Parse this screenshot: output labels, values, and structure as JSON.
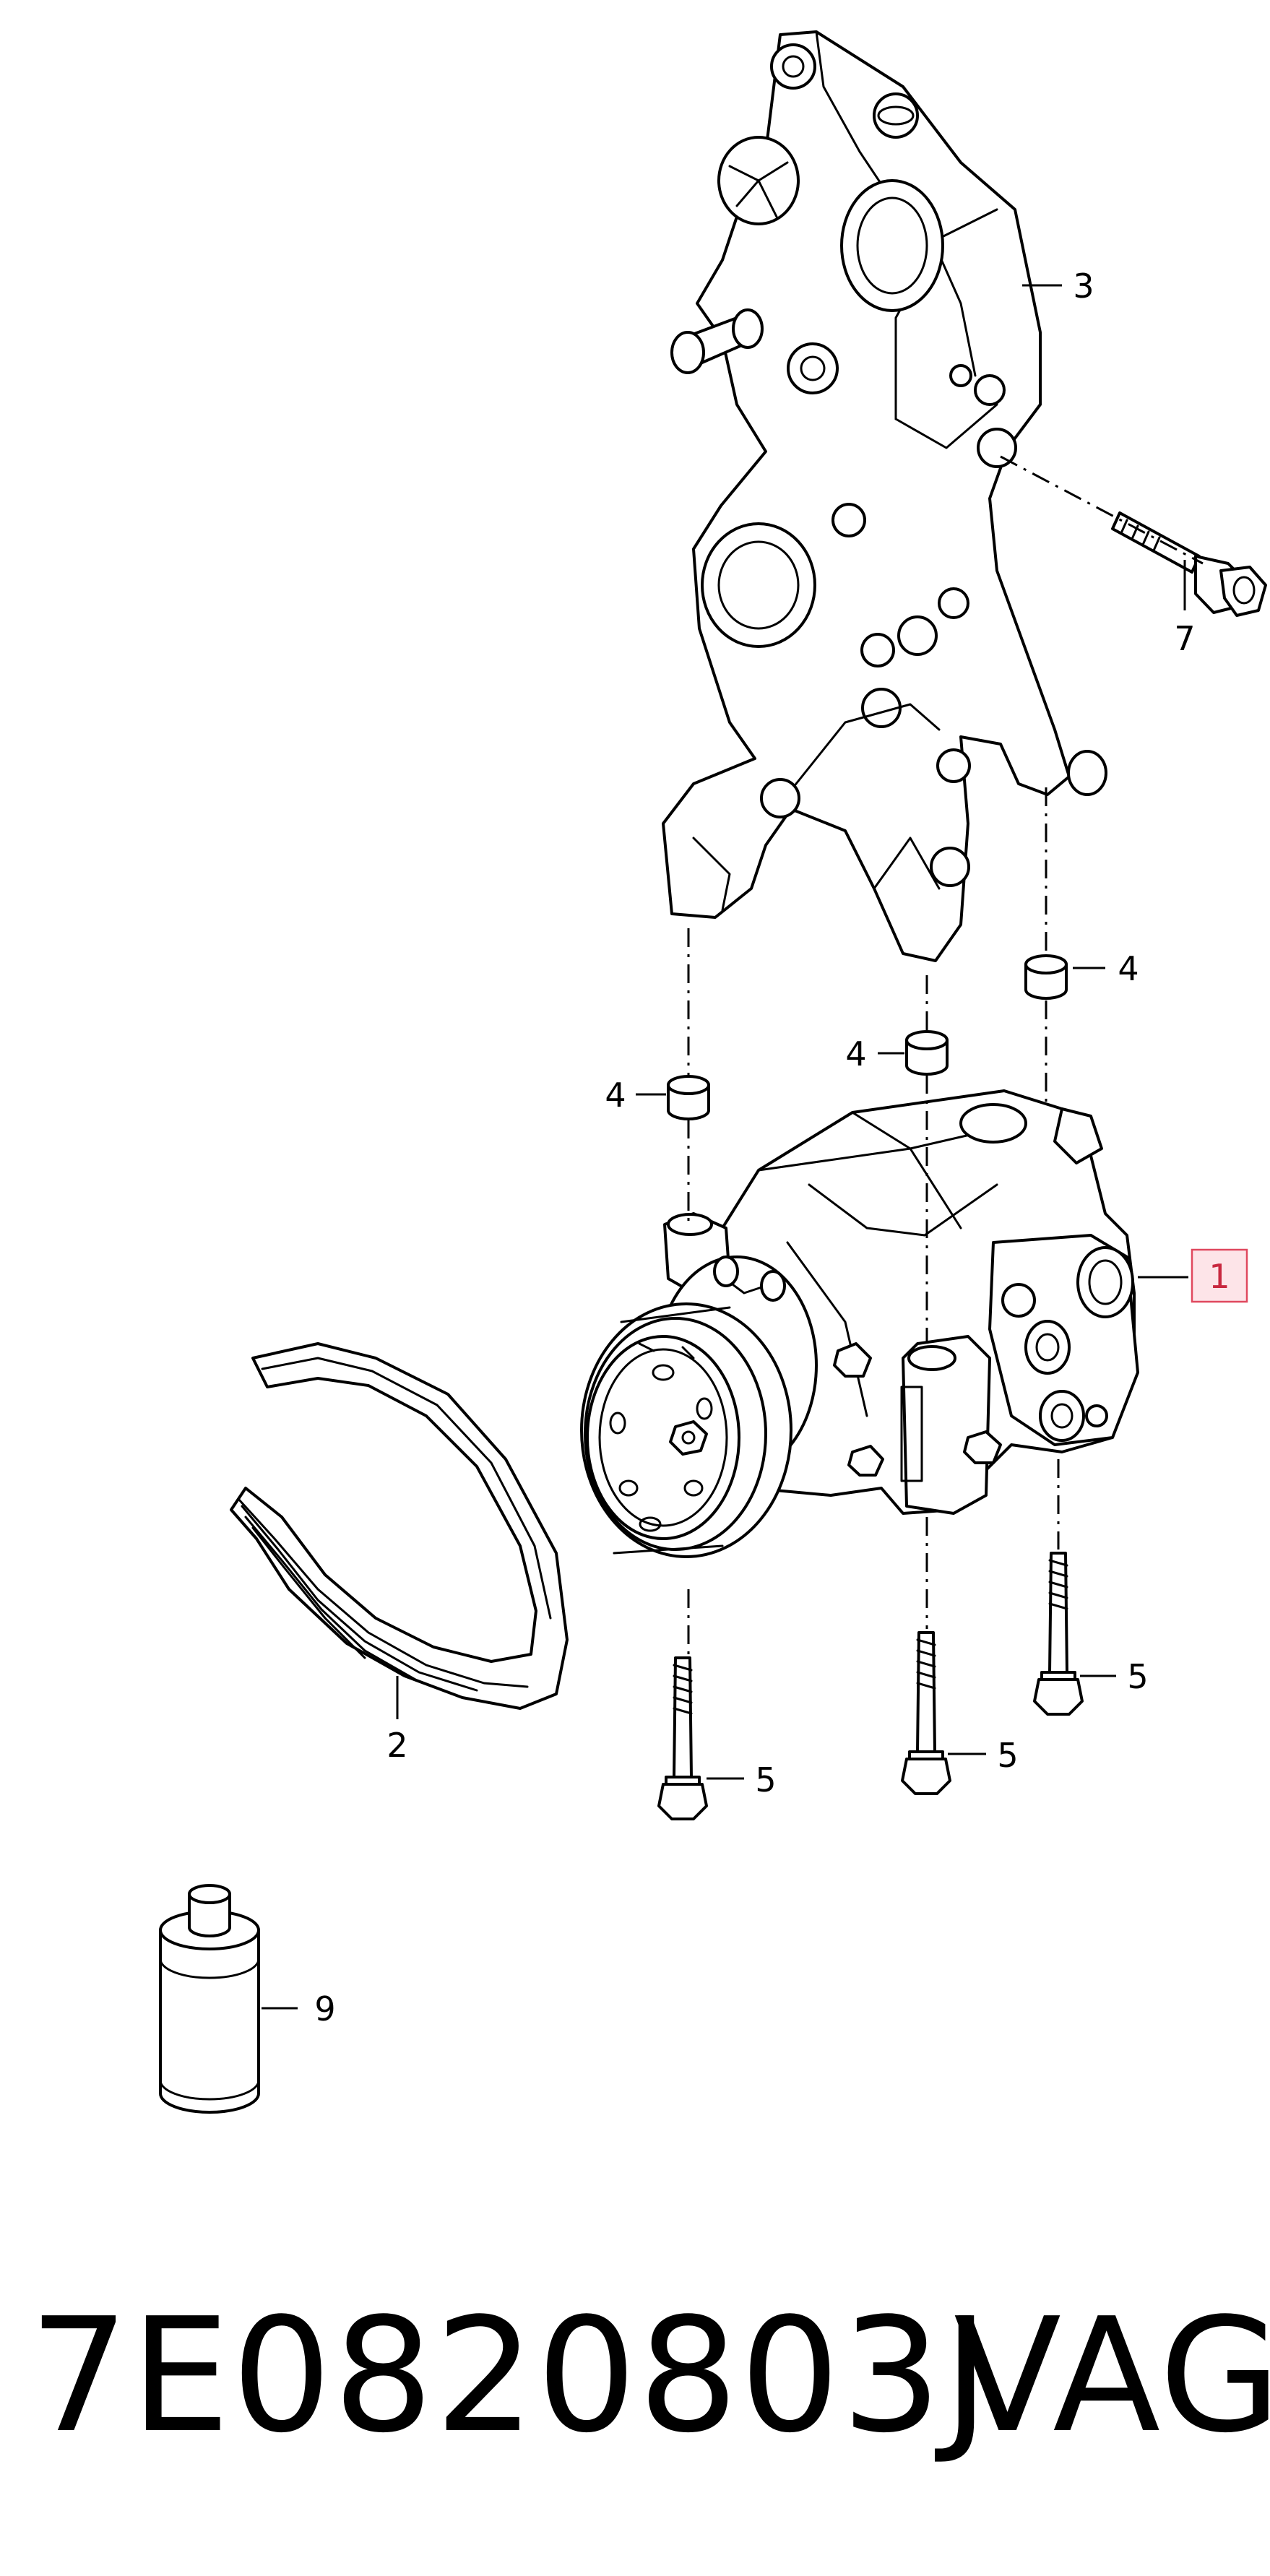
{
  "callouts": {
    "c1": "1",
    "c2": "2",
    "c3": "3",
    "c4a": "4",
    "c4b": "4",
    "c4c": "4",
    "c5a": "5",
    "c5b": "5",
    "c5c": "5",
    "c7": "7",
    "c9": "9"
  },
  "highlight": {
    "part": "1",
    "fill": "#fde4e8",
    "border": "#e0485e",
    "text": "#c8283f"
  },
  "footer": {
    "part_number": "7E0820803J",
    "brand": "VAG"
  }
}
